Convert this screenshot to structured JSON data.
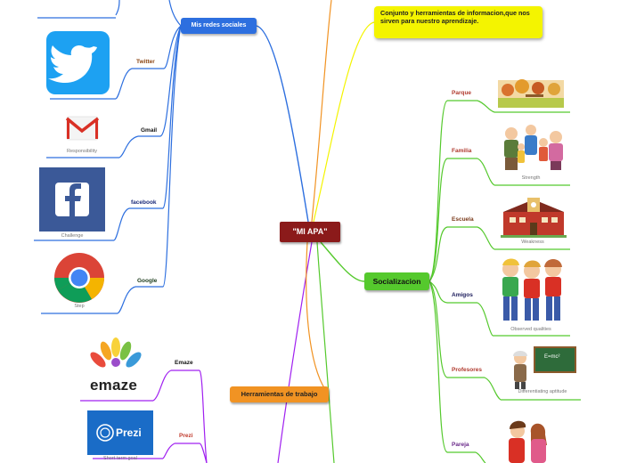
{
  "central": {
    "label": "\"MI APA\""
  },
  "description": {
    "text": "Conjunto y herramientas de informacion,que nos sirven para nuestro aprendizaje."
  },
  "social_networks": {
    "title": "Mis redes sociales",
    "items": [
      {
        "label": "Twitter",
        "caption": "",
        "icon": "twitter-logo"
      },
      {
        "label": "Gmail",
        "caption": "Responsibility",
        "icon": "gmail-logo"
      },
      {
        "label": "facebook",
        "caption": "Challenge",
        "icon": "facebook-logo"
      },
      {
        "label": "Google",
        "caption": "Step",
        "icon": "chrome-logo"
      }
    ]
  },
  "socializacion": {
    "title": "Socializacion",
    "items": [
      {
        "label": "Parque",
        "caption": "",
        "icon": "park-illustration"
      },
      {
        "label": "Familia",
        "caption": "Strength",
        "icon": "family-illustration"
      },
      {
        "label": "Escuela",
        "caption": "Weakness",
        "icon": "school-illustration"
      },
      {
        "label": "Amigos",
        "caption": "Observed qualities",
        "icon": "friends-illustration"
      },
      {
        "label": "Profesores",
        "caption": "Differentiating aptitude",
        "icon": "teacher-illustration"
      },
      {
        "label": "Pareja",
        "caption": "",
        "icon": "couple-illustration"
      }
    ]
  },
  "tools": {
    "title": "Herramientas de trabajo",
    "items": [
      {
        "label": "Emaze",
        "caption": "",
        "logo_text": "emaze",
        "icon": "emaze-logo"
      },
      {
        "label": "Prezi",
        "caption": "Short-term goal",
        "logo_text": "Prezi",
        "icon": "prezi-logo"
      }
    ]
  },
  "colors": {
    "central": "#8b1a1a",
    "blue": "#2d6fdf",
    "yellow": "#f4f400",
    "green": "#55c92d",
    "orange": "#f19323",
    "purple": "#a020f0"
  }
}
